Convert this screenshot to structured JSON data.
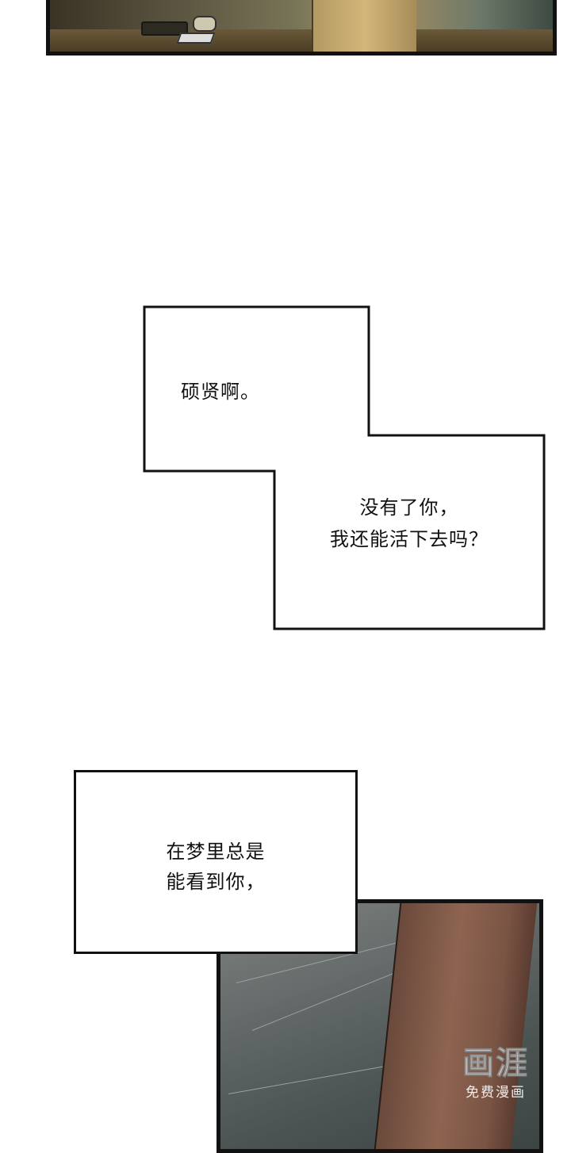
{
  "bubbles": {
    "first": {
      "line1": "硕贤啊。"
    },
    "second": {
      "line1": "没有了你，",
      "line2": "我还能活下去吗？"
    },
    "third": {
      "line1": "在梦里总是",
      "line2": "能看到你，"
    }
  },
  "watermark": {
    "title": "画涯",
    "subtitle": "免费漫画"
  }
}
